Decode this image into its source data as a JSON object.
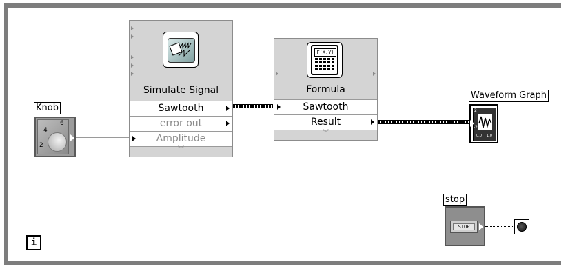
{
  "knob": {
    "label": "Knob",
    "dial_ticks": [
      "2",
      "4",
      "6"
    ]
  },
  "simulate_signal": {
    "title": "Simulate Signal",
    "rows": [
      "Sawtooth",
      "error out",
      "Amplitude"
    ]
  },
  "formula": {
    "title": "Formula",
    "icon_text": "F(X,Y)",
    "rows": [
      "Sawtooth",
      "Result"
    ]
  },
  "waveform_graph": {
    "label": "Waveform Graph",
    "axis_labels": [
      "2",
      "-2",
      "0.0",
      "1.0"
    ]
  },
  "stop": {
    "label": "stop",
    "button_text": "STOP"
  },
  "loop": {
    "iteration_terminal": "i"
  },
  "colors": {
    "loop_border": "#7d7d7d",
    "node_bg": "#d4d4d4",
    "disabled_text": "#8a8a8a"
  }
}
